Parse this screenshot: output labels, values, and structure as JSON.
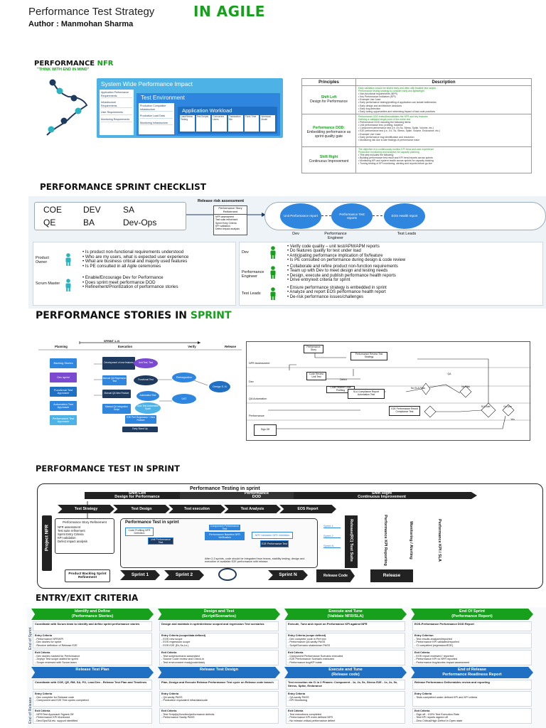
{
  "header": {
    "title": "Performance Test Strategy",
    "title_accent": "IN AGILE",
    "author": "Author : Manmohan Sharma"
  },
  "nfr": {
    "heading": "PERFORMANCE NFR",
    "heading_accent": "NFR",
    "heading_main": "PERFORMANCE ",
    "tagline": "\"THINK WITH END IN MIND\"",
    "layer_outer": "System Wide Performance Impact",
    "layer_mid": "Test Environment",
    "layer_inner": "Application Workload",
    "left_column": [
      "Application Performance Requirements",
      "Infrastructure Requirements",
      "User Requirements",
      "Monitoring Requirements"
    ],
    "mid_column": [
      "Production Compatible Infrastructure",
      "Production Load Data",
      "Monitoring Infrastructure"
    ],
    "inner_cells": [
      "Load/Stress Testing",
      "Test Scripts",
      "Concurrent Users",
      "Transaction Mix",
      "Think Time",
      "Workload Model"
    ]
  },
  "principles": {
    "headers": [
      "Principles",
      "Description"
    ],
    "rows": [
      {
        "name": "Shift Left",
        "sub": "Design for Performance",
        "desc": [
          "Early validation should be tested early and often with feasible test scripts",
          "Performance testing strategy to consider early and lightweight",
          "Non-functional requirements (NFR)",
          "Key Performance Indicators (KPI)",
          "Example Use Case:",
          "Early performance testing/profiling of application can isolate bottlenecks",
          "Early design and architecture decisions",
          "Early bug detection",
          "Early tuning opportunities and minimizing impact of bad code practices"
        ]
      },
      {
        "name": "Performance DOD:",
        "sub": "Embedding performance as sprint quality gate",
        "desc": [
          "Performance DOD embodies/validates the NFR and key features",
          "Defining a validated single point of the entire test",
          "Performance DOD including the following items:",
          "Unit performance test, profiling, baseline",
          "Component performance test (i.e.,Ex,Ss, Stress, Spike, Volume, etc.)",
          "E2E performance test (i.e., Ex, Ss, Stress, Spike, Volume, Endurance, etc.)",
          "Example Use Case:",
          "Early performance bug identification and resolution",
          "Monitoring risk due to late findings of performance issue"
        ]
      },
      {
        "name": "Shift Right",
        "sub": "Continuous Improvement",
        "desc": [
          "The objective is to continuously monitor KPI trend and user experience",
          "Production monitoring and analytics for capacity planning",
          "This step includes the following:",
          "Building performance test result and KPI trend reports across sprints",
          "Monitoring KPI and system health across sprints for capacity tracking",
          "Turning testing of KPI monitoring, alerting and reports before go-live"
        ]
      }
    ]
  },
  "checklist": {
    "heading": "PERFORMANCE SPRINT CHECKLIST",
    "roles": [
      "COE",
      "DEV",
      "SA",
      "QE",
      "BA",
      "Dev-Ops"
    ],
    "release_risk": "Release risk assessment",
    "release_sub": "Performance Story Refinement",
    "release_notes": [
      "NFR assessment",
      "Test suite refinement",
      "Sprint Entry Criteria",
      "KPI validation",
      "Defect impact analysis"
    ],
    "reports": [
      "Unit Performance report",
      "Performance Test reports",
      "EOS Health report"
    ],
    "report_roles": [
      "Dev",
      "Performance Engineer",
      "Test Leads"
    ],
    "left_roles": [
      {
        "role": "Product Owner",
        "items": [
          "Is product non-functional requirements understood",
          "Who are my users, what is expected user experience",
          "What are business critical and majorly used features",
          "Is PE consulted in all Agile ceremonies"
        ]
      },
      {
        "role": "Scrum Master",
        "items": [
          "Enable/Encourage Dev for Performance",
          "Does sprint meet performance DOD",
          "Refinement/Prioritization of performance stories"
        ]
      }
    ],
    "right_roles": [
      {
        "role": "Dev",
        "items": [
          "Verify code quality – unit test/APM/APM reports",
          "Do features quality for test under load",
          "Anticipating performance implication of fix/feature",
          "Is PE consulted on performance during design & code review"
        ]
      },
      {
        "role": "Performance Engineer",
        "items": [
          "Collaborate and refine product non-function requirements",
          "Team up with Dev to meet design and testing needs",
          "Design, execute and publish performance health reports",
          "Drive entry/exit criteria for sprint"
        ]
      },
      {
        "role": "Test Leads",
        "items": [
          "Ensure performance strategy is embedded in sprint",
          "Analyze and report EOS performance health report",
          "De-risk performance issues/challenges"
        ]
      }
    ]
  },
  "stories": {
    "heading_main": "PERFORMANCE STORIES IN ",
    "heading_accent": "SPRINT",
    "sprint_label": "SPRINT 1..N",
    "columns": [
      "Planning",
      "Execution",
      "Verify",
      "Release"
    ],
    "planning": [
      "Backlog Stories",
      "Dev sprint",
      "Functional Test Approach",
      "Automation Test Approach",
      "Performance Test Approach"
    ],
    "execution": [
      "Development of new features",
      "Unit Test, Test",
      "Manual QA Regression Test",
      "Functional Test",
      "Manual QA New Feature",
      "Automation Test",
      "Manual QA Integration Script",
      "Auto Test Automation Sprint",
      "E2E Perf Regression + New Feature",
      "Early Stand Up"
    ],
    "verify": [
      "Retrospective",
      "UAT"
    ],
    "release": [
      "Design S..N"
    ],
    "flow_nodes": [
      "Performance Story",
      "Performance Review Test Strategy",
      "Code Review Unit Test",
      "Defect",
      "Code Review Code Profiling",
      "SLA Compliance Report Automation Test",
      "E2E Performance Result Compliance Test",
      "No SLA Pass",
      "QA",
      "No Risk",
      "SLA Met",
      "Go Live",
      "Yes",
      "Sign Off"
    ],
    "flow_lanes": [
      "NFR Assessment",
      "Dev",
      "QA Automation",
      "Performance"
    ]
  },
  "sprint": {
    "heading": "PERFORMANCE TEST IN SPRINT",
    "banner": "Performance Testing in sprint",
    "phases": [
      {
        "line1": "Shift Left",
        "line2": "Design for Performance"
      },
      {
        "line1": "Performance",
        "line2": "DOD"
      },
      {
        "line1": "Shift Right",
        "line2": "Continuous Improvement"
      }
    ],
    "chevrons": [
      "Test Strategy",
      "Test Design",
      "Test execution",
      "Test Analysis",
      "EOS Report"
    ],
    "project_nfr": "Project NFR",
    "story_box": {
      "title": "Performance Story Refinement",
      "items": [
        "NFR assessment",
        "Test suite refinement",
        "Sprint Entry Criteria",
        "KPI validation",
        "Defect impact analysis"
      ]
    },
    "inner_title": "Performance Test in sprint",
    "inner_nodes": [
      "Code Profiling NFR Definition",
      "Unit Performance Test",
      "Component Performance Test",
      "Performance Baseline NFR Verification",
      "NFR Validation NFR Validation",
      "E2E Performance Test"
    ],
    "inner_note": "After 2-3 sprints, code should be integrated from teams, stability testing, design and execution of available E2E performance with release.",
    "sprint_labels": [
      "Sprint 1",
      "Sprint 2",
      "Sprint N"
    ],
    "side_labels": [
      "Sprint 1",
      "Sprint 2",
      "Sprint N"
    ],
    "backlog": "Product Backlog Sprint Refinement",
    "release_code": "Release Code",
    "release": "Release",
    "vertical": [
      "Release(RC) Test Suite",
      "Performance KPI Reporting",
      "Monitoring / Alerting",
      "Performance KPI / SLA"
    ]
  },
  "criteria": {
    "heading": "ENTRY/EXIT CRITERIA",
    "side_labels": [
      "End of Sprint",
      "End of Release"
    ],
    "sprint_cols": [
      {
        "title": "Identify and Define",
        "sub": "(Performance Stories)",
        "top": "Coordinate with Scrum team to identify and define sprint performance stories",
        "entry": [
          "Entry Criteria",
          "- Performance NFR/KPI",
          "- Dev stories for sprint",
          "- Receive definition of Release E2E"
        ],
        "exit": [
          "Exit Criteria",
          "- Dev stories marked for Performance",
          "- Zephyr Test scope added for sprint",
          "- Scope reviewed with Scrum team"
        ]
      },
      {
        "title": "Design and Test",
        "sub": "(Script/Scenarios)",
        "top": "Design and maintain in sprint/release scoped and regression Test scenarios",
        "entry": [
          "Entry Criteria (scope/data defined)",
          "- EOS new scope",
          "- EOS regression scope",
          "- EOS E2E (Ex,Ss,Ln.)"
        ],
        "exit": [
          "Exit Criteria",
          "- Test script/scenario automated",
          "- Source Code review and Check-in",
          "- Test environment ready(code/data)"
        ]
      },
      {
        "title": "Execute and Tune",
        "sub": "(Validate NFR/SLA)",
        "top": "Execute, Tune and report on Performance KPI against NFR",
        "entry": [
          "Entry Criteria (scope defined)",
          "- Dev complete code in Perf env",
          "- Performance QA sanity PASS",
          "- Script/Scenario shakedown PASS"
        ],
        "exit": [
          "Exit Criteria",
          "- Component Performance Scenario executed",
          "- E2E Performance Scenario executed",
          "- Performance bug/KPI state"
        ]
      },
      {
        "title": "End Of Sprint",
        "sub": "(Performance Report)",
        "top": "EOS-Performance Performance DOD Report",
        "entry": [
          "Entry Criterion",
          "- Test results analyzed/reported",
          "- Performance KPI validated/reported",
          "- CI completed (regression/E2E)"
        ],
        "exit": [
          "Exit Criteria",
          "- EOS report reviewed / reported",
          "- Performance KPI vs NFR reported",
          "- Performance bug/stories impact assessment"
        ]
      }
    ],
    "release_cols": [
      {
        "title": "Release Test Plan",
        "sub": "",
        "top": "Coordinate with COE, QE, RM, SA, PO, Lead Dev - Release Test Plan and Timelines",
        "entry": [
          "Entry Criteria",
          "- Dev complete for Release code",
          "- Component and E2E Test cycles completed"
        ],
        "exit": [
          "Exit Criteria",
          "- NFR/Test Approach Signed-Off",
          "- Performance KPI Monitored",
          "- Dev/Ops/SA etc. support identified"
        ]
      },
      {
        "title": "Release Test Design",
        "sub": "",
        "top": "Plan, Design and Execute Release Performance Test cycle on Release code branch",
        "entry": [
          "Entry Criteria",
          "- QA sanity PASS",
          "- Production equivalent infra/data/code"
        ],
        "exit": [
          "Exit Criteria",
          "- Test Script(s)/function/performance defects",
          "- Performance Sanity PASS"
        ]
      },
      {
        "title": "Execute and Tune",
        "sub": "(Release code)",
        "top": "Test execution via CI in 2 Phases: Component - 1x, 2x, 5x, Stress E2E - 1x, 2x, 5x, Stress, Spike, Endurance",
        "entry": [
          "Entry Criteria",
          "- QA sanity PASS",
          "- KPI Monitoring"
        ],
        "exit": [
          "Exit Criteria",
          "- Test executions completed",
          "- Performance KPI meet defined NFR",
          "- No release critical performance defect"
        ]
      },
      {
        "title": "End of Release",
        "sub": "Performance Readiness Report",
        "top": "Release Performance Deliverables review and reporting",
        "entry": [
          "Entry Criteria",
          "- Tests completed under defined KPI and KPI criteria"
        ],
        "exit": [
          "Exit Criteria",
          "- Sign off - 100% Test Execution Rate",
          "- Test KPI reports signed off",
          "- Zero Critical/High Defect in Open state"
        ]
      }
    ]
  },
  "colors": {
    "accent_green": "#16a01b",
    "navy": "#1f3a5f",
    "teal": "#2bb3c0",
    "blue": "#2e86de",
    "sky": "#4db3e6",
    "purple": "#7b4ad1",
    "light_bg": "#eef3f8"
  }
}
